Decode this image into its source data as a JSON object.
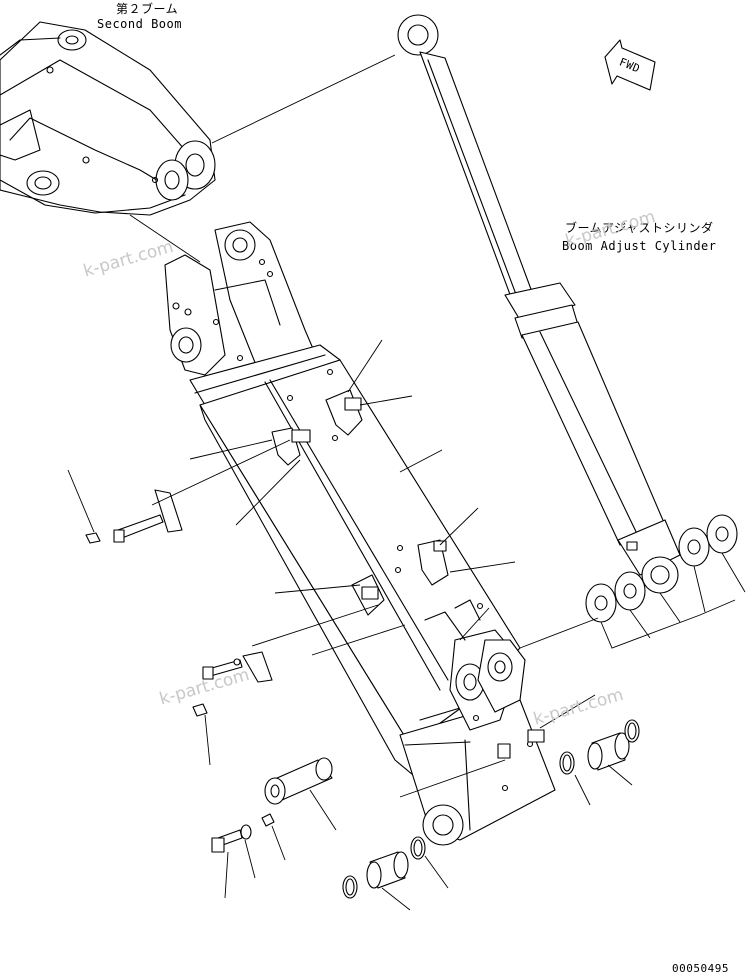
{
  "labels": {
    "second_boom_jp": "第２ブーム",
    "second_boom_en": "Second Boom",
    "cylinder_jp": "ブームアジャストシリンダ",
    "cylinder_en": "Boom Adjust Cylinder",
    "fwd": "FWD",
    "drawing_number": "00050495"
  },
  "watermarks": [
    "k-part.com",
    "k-part.com",
    "k-part.com",
    "k-part.com"
  ],
  "colors": {
    "line": "#000000",
    "background": "#ffffff",
    "watermark": "#c8c8c8"
  }
}
